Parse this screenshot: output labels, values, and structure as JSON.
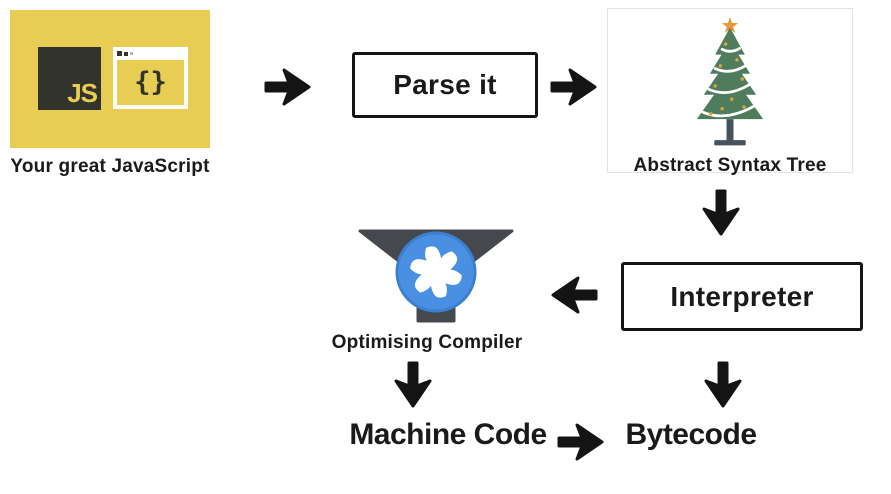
{
  "diagram_name": "javascript-engine-pipeline",
  "nodes": {
    "source_code": {
      "label": "Your great JavaScript",
      "js_badge": "JS",
      "braces": "{}"
    },
    "parser": {
      "label": "Parse it"
    },
    "ast": {
      "label": "Abstract Syntax Tree"
    },
    "interpreter": {
      "label": "Interpreter"
    },
    "optimising_compiler": {
      "label": "Optimising Compiler"
    },
    "machine_code": {
      "label": "Machine Code"
    },
    "bytecode": {
      "label": "Bytecode"
    }
  },
  "edges": [
    {
      "from": "source_code",
      "to": "parser",
      "direction": "right"
    },
    {
      "from": "parser",
      "to": "ast",
      "direction": "right"
    },
    {
      "from": "ast",
      "to": "interpreter",
      "direction": "down"
    },
    {
      "from": "interpreter",
      "to": "optimising_compiler",
      "direction": "left"
    },
    {
      "from": "optimising_compiler",
      "to": "machine_code",
      "direction": "down"
    },
    {
      "from": "interpreter",
      "to": "bytecode",
      "direction": "down"
    },
    {
      "from": "machine_code",
      "to": "bytecode",
      "direction": "right"
    }
  ],
  "colors": {
    "banner_yellow": "#e8cd55",
    "js_dark": "#33332d",
    "fan_blue": "#4a90e2",
    "fan_blue_rim": "#3b7fd0",
    "funnel_gray": "#45494e",
    "tree_green": "#4e7c5d",
    "star_orange": "#e89a3c",
    "trunk_slate": "#47525c",
    "ornament_gold": "#d9a43b",
    "arrow_black": "#141414",
    "box_border": "#141414",
    "ast_border": "#e3e3e3",
    "text_black": "#1a1a1a"
  }
}
